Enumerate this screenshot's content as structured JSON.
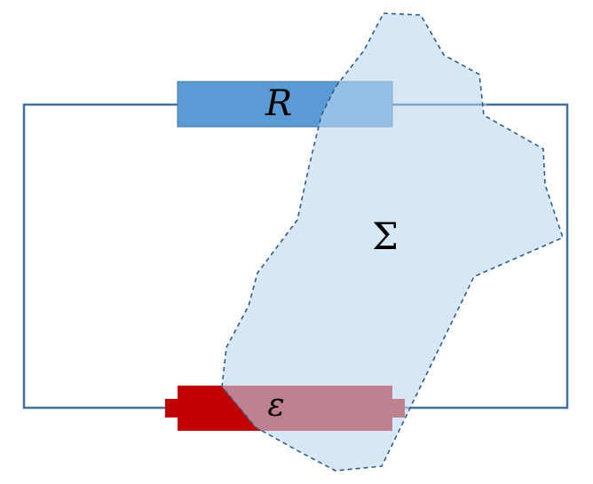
{
  "labels": {
    "resistor": "R",
    "emf": "ε",
    "surface": "Σ"
  },
  "colors": {
    "wire": "#41719c",
    "resistor_fill": "#5b9bd5",
    "resistor_border": "#41719c",
    "emf_fill": "#c00000",
    "surface_fill": "#bdd7ee",
    "surface_border": "#2e5f8a",
    "background": "#ffffff"
  }
}
